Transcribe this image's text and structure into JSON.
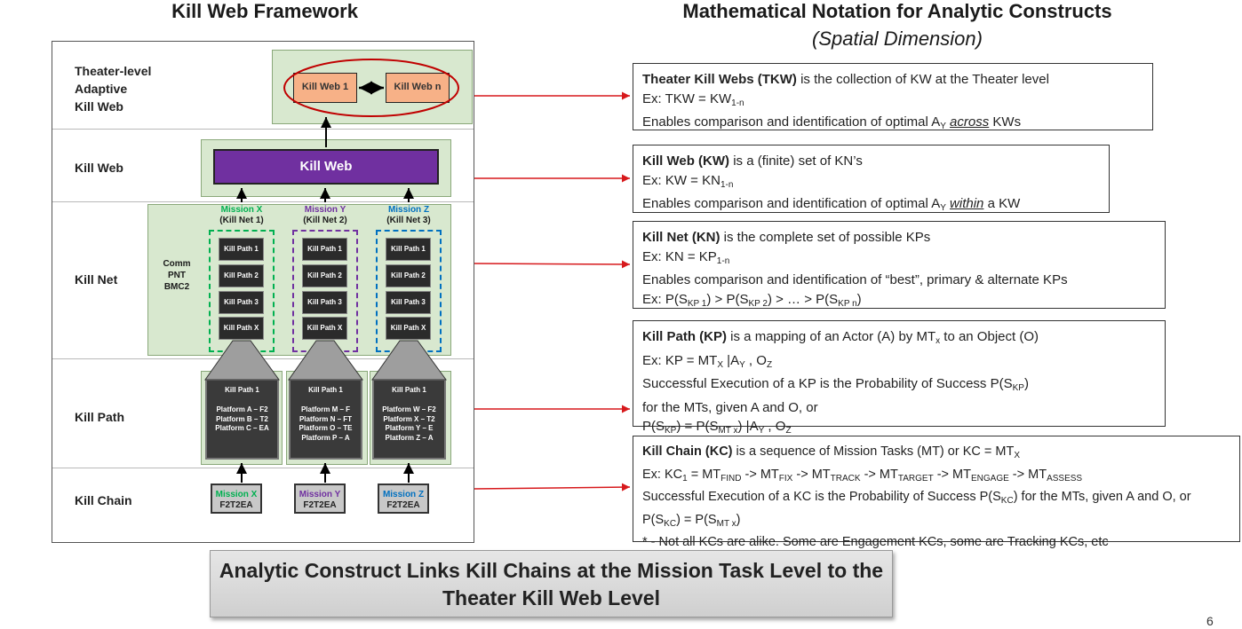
{
  "left_heading": "Kill Web Framework",
  "right_heading": "Mathematical Notation for Analytic Constructs",
  "right_subheading": "(Spatial Dimension)",
  "levels": {
    "theater": [
      "Theater-level",
      "Adaptive",
      "Kill Web"
    ],
    "kill_web": "Kill Web",
    "kill_net": "Kill Net",
    "kill_path": "Kill Path",
    "kill_chain": "Kill Chain"
  },
  "theater_webs": {
    "left": "Kill Web 1",
    "right": "Kill Web n"
  },
  "kill_web_box": "Kill Web",
  "comm_labels": [
    "Comm",
    "PNT",
    "BMC2"
  ],
  "missions": [
    {
      "name": "Mission X",
      "net": "(Kill Net 1)",
      "color": "#00b050",
      "fill": "#00b050",
      "path_title": "Kill Path 1",
      "platforms": [
        "Platform A – F2",
        "Platform B – T2",
        "Platform C – EA"
      ],
      "chain_label": "F2T2EA"
    },
    {
      "name": "Mission Y",
      "net": "(Kill Net 2)",
      "color": "#7030a0",
      "fill": "#7030a0",
      "path_title": "Kill Path 1",
      "platforms": [
        "Platform M – F",
        "Platform N – FT",
        "Platform O – TE",
        "Platform P – A"
      ],
      "chain_label": "F2T2EA"
    },
    {
      "name": "Mission Z",
      "net": "(Kill Net 3)",
      "color": "#0070c0",
      "fill": "#0070c0",
      "path_title": "Kill Path 1",
      "platforms": [
        "Platform W – F2",
        "Platform X – T2",
        "Platform Y – E",
        "Platform Z – A"
      ],
      "chain_label": "F2T2EA"
    }
  ],
  "kill_paths": [
    "Kill Path 1",
    "Kill Path 2",
    "Kill Path 3",
    "Kill Path X"
  ],
  "notation": {
    "tkw": {
      "term": "Theater Kill Webs (TKW)",
      "def": " is the collection of KW at the Theater level",
      "ex_pre": "Ex: TKW = KW",
      "ex_sub": "1-n",
      "en_pre": "Enables comparison and identification of optimal A",
      "en_sub": "Y",
      "en_em": "across",
      "en_post": " KWs"
    },
    "kw": {
      "term": "Kill Web (KW)",
      "def": " is a (finite) set of KN’s",
      "ex_pre": "Ex: KW = KN",
      "ex_sub": "1-n",
      "en_pre": "Enables comparison and identification of optimal A",
      "en_sub": "Y",
      "en_em": "within",
      "en_post": " a KW"
    },
    "kn": {
      "term": "Kill Net (KN)",
      "def": " is the complete set of possible KPs",
      "ex_pre": "Ex: KN = KP",
      "ex_sub": "1-n",
      "line3": "Enables comparison and identification of “best”, primary & alternate KPs",
      "l4a": "Ex: P(S",
      "l4s1": "KP 1",
      "l4b": ")  > P(S",
      "l4s2": "KP 2",
      "l4c": ")  > … > P(S",
      "l4s3": "KP n",
      "l4d": ")"
    },
    "kp": {
      "term": "Kill Path (KP)",
      "def_a": " is a mapping of an Actor (A) by MT",
      "def_sub": "x",
      "def_b": " to an Object (O)",
      "l2a": "Ex: KP = MT",
      "l2s1": "X",
      "l2b": " |A",
      "l2s2": "Y",
      "l2c": " , O",
      "l2s3": "Z",
      "l3a": "Successful Execution of a KP is the Probability of Success P(S",
      "l3s": "KP",
      "l3b": ")",
      "l4": "for the MTs, given A and O, or",
      "l5a": "P(S",
      "l5s1": "KP",
      "l5b": ") = P(S",
      "l5s2": "MT x",
      "l5c": ") |A",
      "l5s3": "Y",
      "l5d": " , O",
      "l5s4": "Z"
    },
    "kc": {
      "term": "Kill Chain (KC)",
      "def_a": " is a sequence of Mission Tasks (MT) or KC = MT",
      "def_sub": "X",
      "l2": [
        [
          "Ex: KC",
          "1"
        ],
        [
          " = MT",
          "FIND"
        ],
        [
          " -> MT",
          "FIX"
        ],
        [
          " -> MT",
          "TRACK"
        ],
        [
          " -> MT",
          "TARGET"
        ],
        [
          " -> MT",
          "ENGAGE"
        ],
        [
          " -> MT",
          "ASSESS"
        ]
      ],
      "l3a": "Successful Execution of a KC is the Probability of Success P(S",
      "l3s": "KC",
      "l3b": ") for the MTs, given A and O, or",
      "l4a": "P(S",
      "l4s1": "KC",
      "l4b": ") = P(S",
      "l4s2": "MT x",
      "l4c": ")",
      "l5": "* - Not all KCs are alike.  Some are Engagement KCs, some are Tracking KCs, etc"
    }
  },
  "banner": [
    "Analytic Construct Links Kill Chains at the Mission Task Level to the",
    "Theater Kill Web Level"
  ],
  "page_number": "6",
  "colors": {
    "arrow_red": "#d7191c",
    "kill_web_purple": "#7030a0",
    "theater_green": "#d8e8cf",
    "kill_web_orange": "#f7b187"
  }
}
